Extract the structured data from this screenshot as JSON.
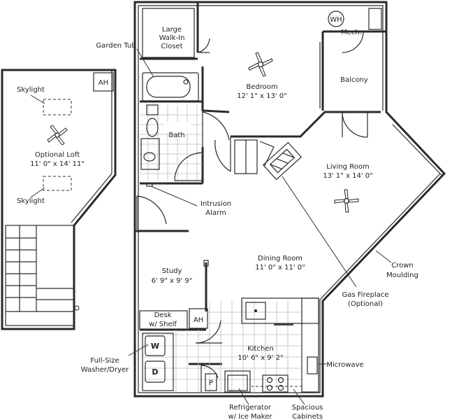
{
  "loft": {
    "ah": "AH",
    "skylight_top": "Skylight",
    "title": "Optional Loft",
    "dims": "11' 0\" x 14' 11\"",
    "skylight_bottom": "Skylight"
  },
  "rooms": {
    "closet": [
      "Large",
      "Walk-In",
      "Closet"
    ],
    "garden_tub": "Garden Tub",
    "bedroom": "Bedroom",
    "bedroom_dims": "12' 1\" x 13' 0\"",
    "bath": "Bath",
    "wh": "WH",
    "mech": "Mech.",
    "balcony": "Balcony",
    "living": "Living Room",
    "living_dims": "13' 1\" x 14' 0\"",
    "intrusion_alarm": [
      "Intrusion",
      "Alarm"
    ],
    "dining": "Dining Room",
    "dining_dims": "11' 0\" x 11' 0\"",
    "study": "Study",
    "study_dims": "6' 9\" x 9' 9\"",
    "desk": [
      "Desk",
      "w/ Shelf"
    ],
    "ah_main": "AH",
    "crown_moulding": [
      "Crown",
      "Moulding"
    ],
    "gas_fireplace": [
      "Gas Fireplace",
      "(Optional)"
    ],
    "kitchen": "Kitchen",
    "kitchen_dims": "10' 6\" x 9' 2\"",
    "microwave": "Microwave",
    "washer_dryer": [
      "Full-Size",
      "Washer/Dryer"
    ],
    "washer": "W",
    "dryer": "D",
    "pantry": "P",
    "refrigerator": [
      "Refrigerator",
      "w/ Ice Maker"
    ],
    "cabinets": [
      "Spacious",
      "Cabinets"
    ]
  }
}
